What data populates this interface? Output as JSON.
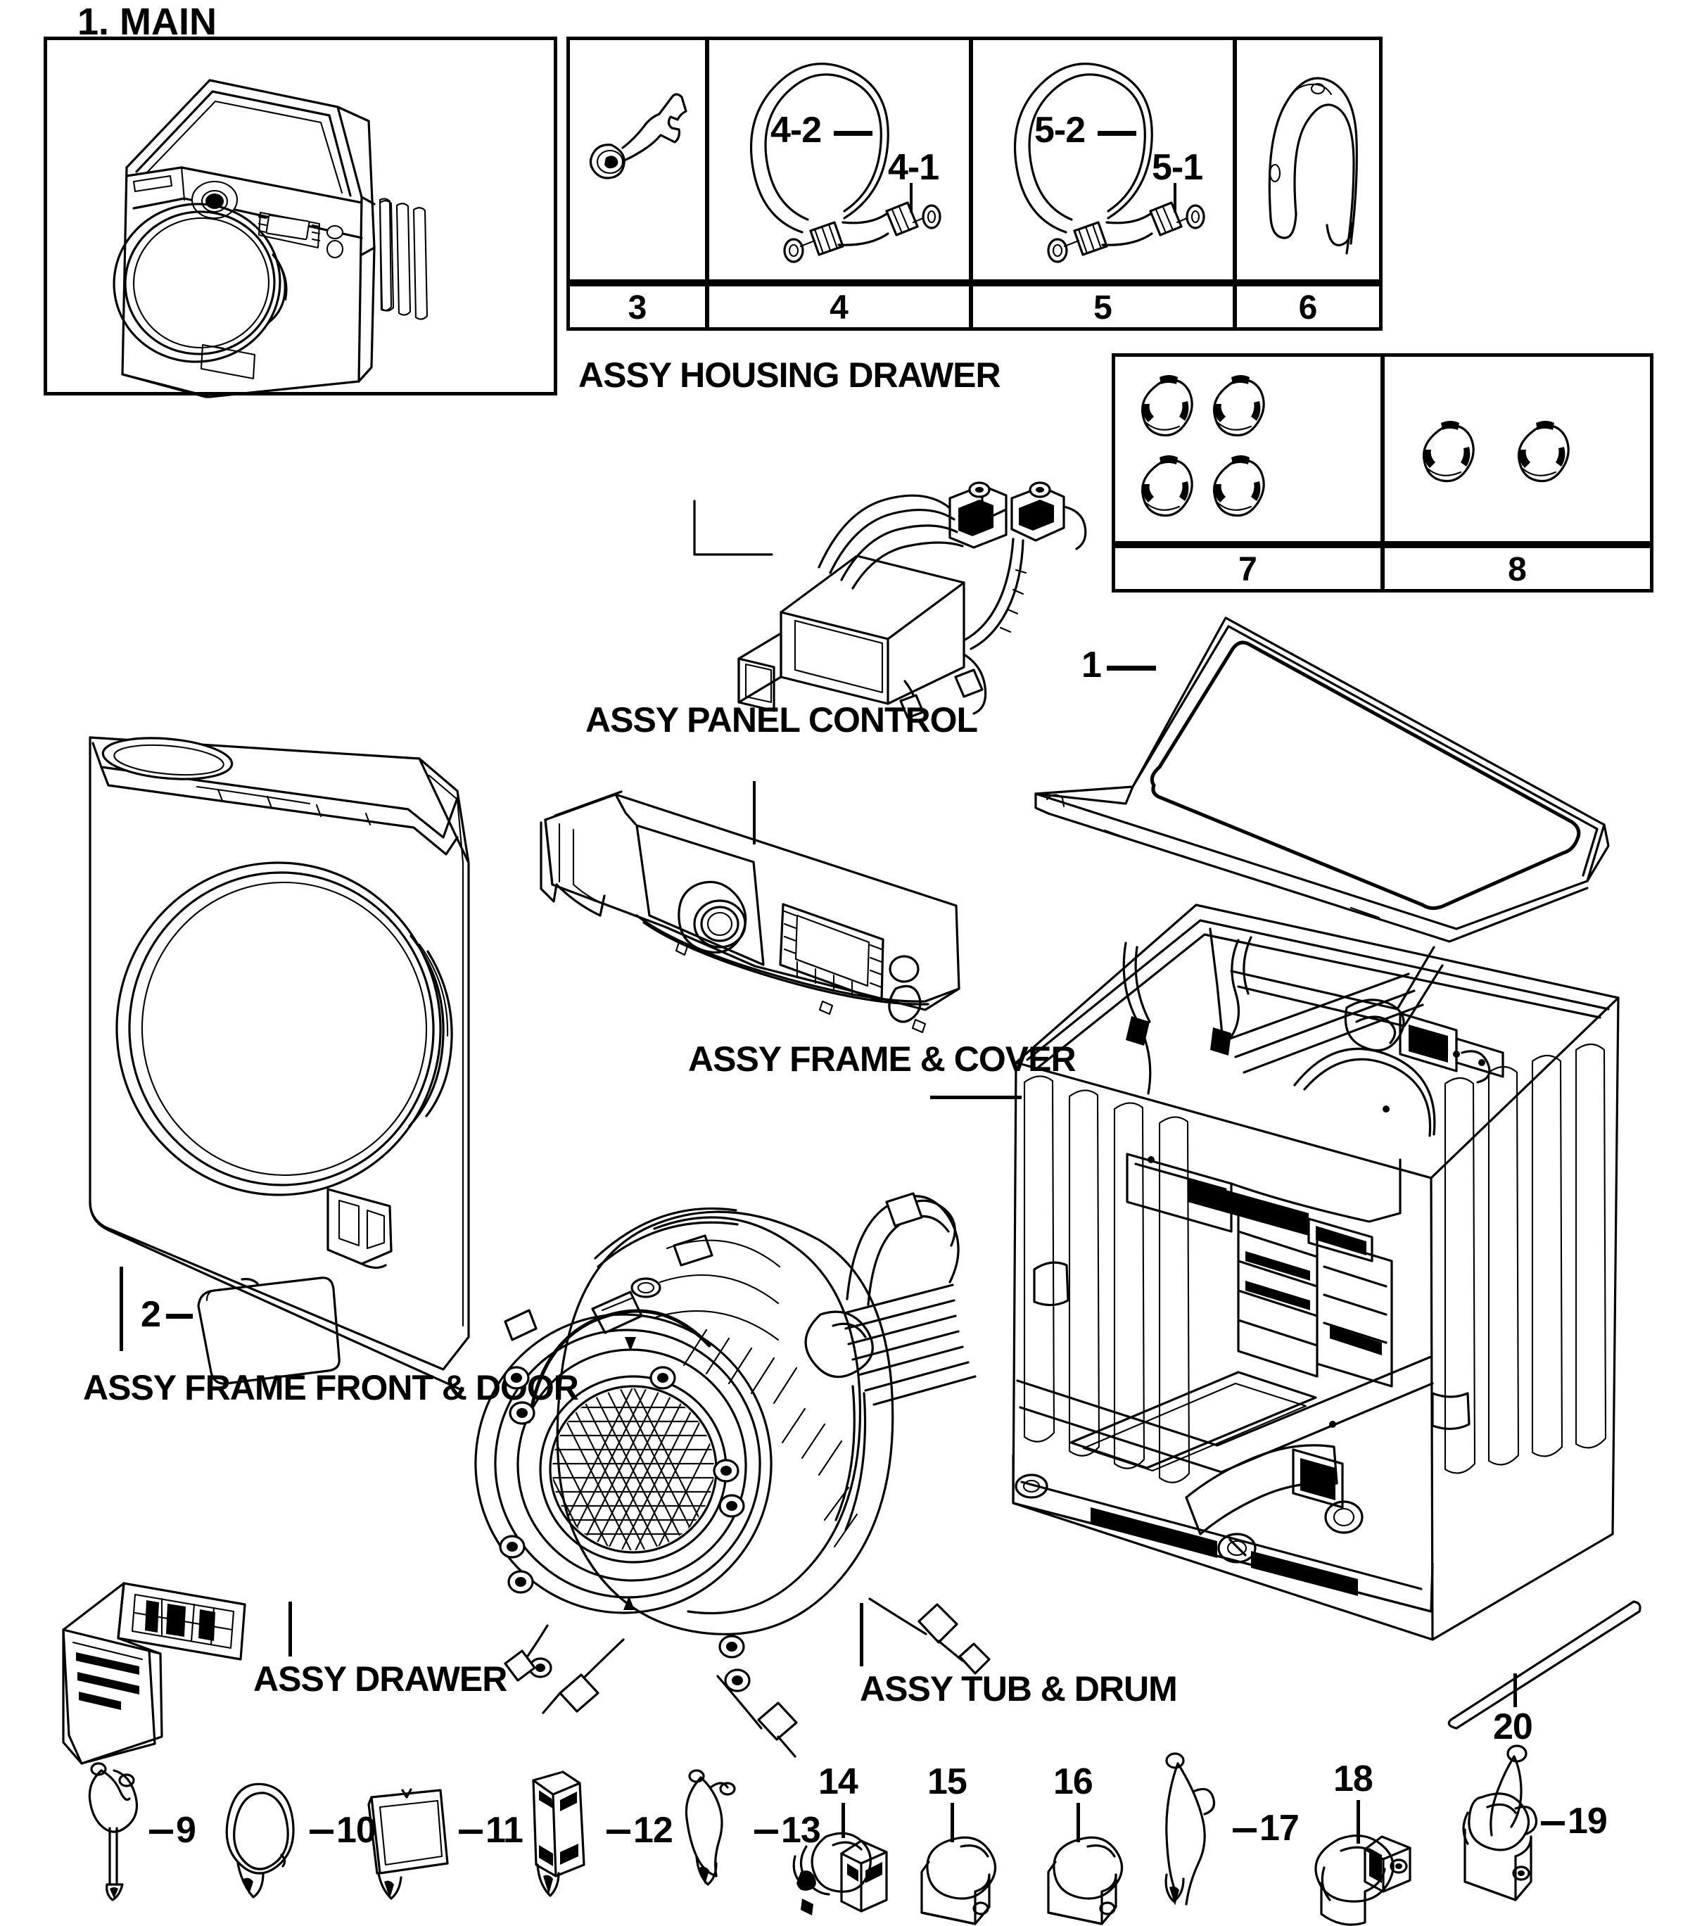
{
  "diagram": {
    "title": "1. MAIN",
    "type": "exploded-parts-diagram",
    "subject": "front-load washing machine"
  },
  "part_boxes": [
    {
      "number": "3",
      "icon": "wrench-icon",
      "sub_callouts": []
    },
    {
      "number": "4",
      "icon": "inlet-hose-icon",
      "sub_callouts": [
        "4-2",
        "4-1"
      ]
    },
    {
      "number": "5",
      "icon": "inlet-hose-icon",
      "sub_callouts": [
        "5-2",
        "5-1"
      ]
    },
    {
      "number": "6",
      "icon": "hose-hanger-icon",
      "sub_callouts": []
    },
    {
      "number": "7",
      "icon": "clip-icon",
      "count": 4,
      "sub_callouts": []
    },
    {
      "number": "8",
      "icon": "clip-icon",
      "count": 2,
      "sub_callouts": []
    }
  ],
  "assembly_labels": [
    {
      "id": "assy-housing-drawer",
      "text": "ASSY HOUSING\nDRAWER"
    },
    {
      "id": "assy-panel-control",
      "text": "ASSY PANEL CONTROL"
    },
    {
      "id": "assy-frame-cover",
      "text": "ASSY FRAME\n& COVER"
    },
    {
      "id": "assy-frame-front-door",
      "text": "ASSY FRAME\nFRONT & DOOR"
    },
    {
      "id": "assy-drawer",
      "text": "ASSY\nDRAWER"
    },
    {
      "id": "assy-tub-drum",
      "text": "ASSY TUB\n& DRUM"
    }
  ],
  "callouts": [
    {
      "number": "1",
      "target": "top-cover-plate"
    },
    {
      "number": "2",
      "target": "access-cover-panel"
    },
    {
      "number": "20",
      "target": "long-rod"
    }
  ],
  "small_parts": [
    {
      "number": "9",
      "icon": "spring-wire-clamp-icon",
      "label_pos": "right"
    },
    {
      "number": "10",
      "icon": "ring-clamp-icon",
      "label_pos": "right"
    },
    {
      "number": "11",
      "icon": "square-bracket-clip-icon",
      "label_pos": "right"
    },
    {
      "number": "12",
      "icon": "channel-clip-icon",
      "label_pos": "right"
    },
    {
      "number": "13",
      "icon": "wire-clamp-icon",
      "label_pos": "right"
    },
    {
      "number": "14",
      "icon": "hose-clamp-icon",
      "label_pos": "top"
    },
    {
      "number": "15",
      "icon": "p-clamp-icon",
      "label_pos": "top"
    },
    {
      "number": "16",
      "icon": "p-clamp-icon",
      "label_pos": "top"
    },
    {
      "number": "17",
      "icon": "wire-holder-icon",
      "label_pos": "right"
    },
    {
      "number": "18",
      "icon": "tube-clamp-icon",
      "label_pos": "top"
    },
    {
      "number": "19",
      "icon": "bracket-clamp-icon",
      "label_pos": "right"
    }
  ],
  "colors": {
    "ink": "#000000",
    "paper": "#ffffff"
  }
}
